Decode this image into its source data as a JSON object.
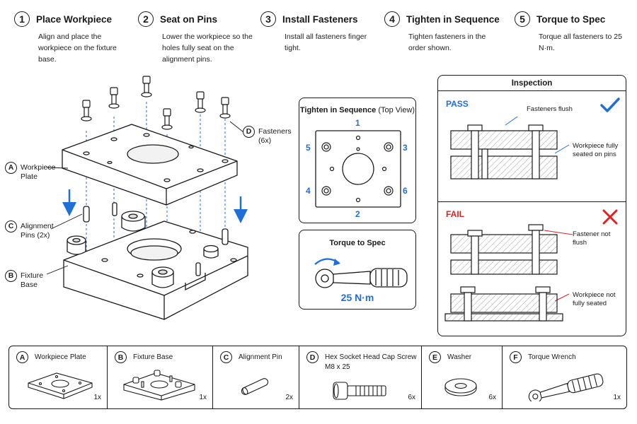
{
  "steps": [
    {
      "num": "1",
      "title": "Place Workpiece",
      "desc": "Align and place the workpiece on the fixture base."
    },
    {
      "num": "2",
      "title": "Seat on Pins",
      "desc": "Lower the workpiece so the holes fully seat on the alignment pins."
    },
    {
      "num": "3",
      "title": "Install Fasteners",
      "desc": "Install all fasteners finger tight."
    },
    {
      "num": "4",
      "title": "Tighten in Sequence",
      "desc": "Tighten fasteners in the order shown."
    },
    {
      "num": "5",
      "title": "Torque to Spec",
      "desc": "Torque all fasteners to 25 N·m."
    }
  ],
  "callouts": {
    "workpiece": {
      "letter": "A",
      "text": "Workpiece Plate"
    },
    "pins": {
      "letter": "C",
      "text": "Alignment Pins (2x)"
    },
    "base": {
      "letter": "B",
      "text": "Fixture Base"
    },
    "fasteners": {
      "letter": "D",
      "text": "Fasteners (6x)"
    }
  },
  "sequence": {
    "title": "Tighten in Sequence",
    "subtitle": "(Top View)",
    "order": [
      "1",
      "2",
      "3",
      "4",
      "5",
      "6"
    ]
  },
  "torque": {
    "title": "Torque to Spec",
    "value": "25 N·m"
  },
  "inspection": {
    "title": "Inspection",
    "pass": {
      "label": "PASS",
      "notes": [
        "Fasteners flush",
        "Workpiece fully seated on pins"
      ]
    },
    "fail": {
      "label": "FAIL",
      "notes": [
        "Fastener not flush",
        "Workpiece not fully seated"
      ]
    }
  },
  "parts": [
    {
      "letter": "A",
      "name": "Workpiece Plate",
      "qty": "1x"
    },
    {
      "letter": "B",
      "name": "Fixture Base",
      "qty": "1x"
    },
    {
      "letter": "C",
      "name": "Alignment Pin",
      "qty": "2x"
    },
    {
      "letter": "D",
      "name": "Hex Socket Head Cap Screw M8 x 25",
      "qty": "6x"
    },
    {
      "letter": "E",
      "name": "Washer",
      "qty": "6x"
    },
    {
      "letter": "F",
      "name": "Torque Wrench",
      "qty": "1x"
    }
  ],
  "colors": {
    "accent": "#1f6fd9",
    "pass": "#1f6fd9",
    "fail": "#e02020",
    "ink": "#1a1a1a"
  }
}
